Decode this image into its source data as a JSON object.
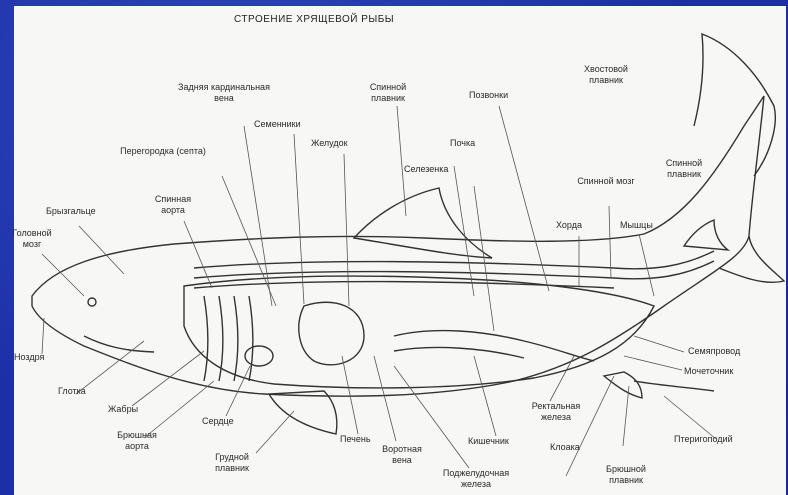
{
  "title": "СТРОЕНИЕ ХРЯЩЕВОЙ РЫБЫ",
  "labels": {
    "zadnyaya_vena": "Задняя кардинальная вена",
    "semenniki": "Семенники",
    "spinnoy_plavnik_1": "Спинной плавник",
    "pozvonki": "Позвонки",
    "hvostovoy_plavnik": "Хвостовой плавник",
    "peregorodka": "Перегородка (септа)",
    "zheludok": "Желудок",
    "pochka": "Почка",
    "selezenka": "Селезенка",
    "brizgalce": "Брызгальце",
    "spinnaya_aorta": "Спинная аорта",
    "spinnoy_mozg": "Спинной мозг",
    "spinnoy_plavnik_2": "Спинной плавник",
    "golovnoy_mozg": "Головной мозг",
    "horda": "Хорда",
    "myshcy": "Мышцы",
    "nozdrya": "Ноздря",
    "glotka": "Глотка",
    "zhabry": "Жабры",
    "bryushnaya_aorta": "Брюшная аорта",
    "serdce": "Сердце",
    "grudnoy_plavnik": "Грудной плавник",
    "pechen": "Печень",
    "vorotnaya_vena": "Воротная вена",
    "podzheludochnaya": "Поджелудочная железа",
    "kishechnik": "Кишечник",
    "rektalnaya": "Ректальная железа",
    "kloaka": "Клоака",
    "bryushnoy_plavnik": "Брюшной плавник",
    "semyaprovod": "Семяпровод",
    "mochetochnik": "Мочеточник",
    "pterigopodiy": "Птеригоподий"
  }
}
